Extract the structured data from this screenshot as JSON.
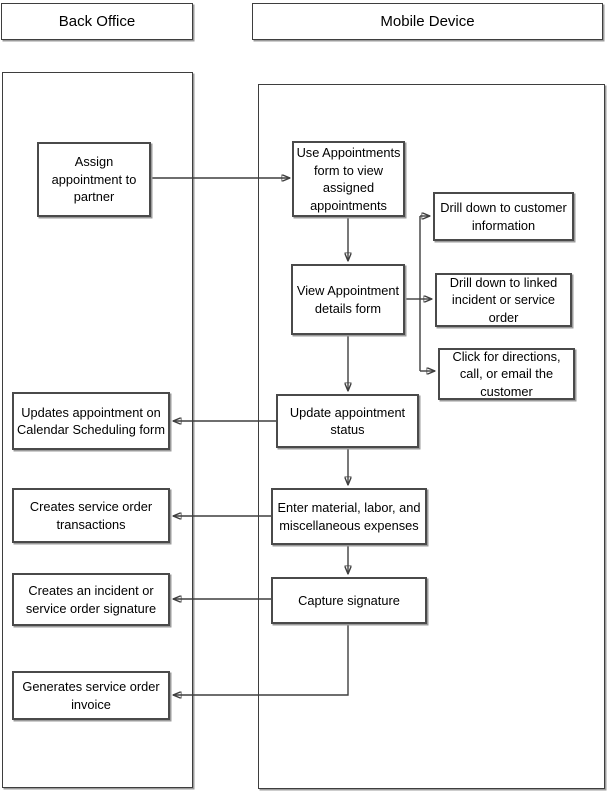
{
  "diagram": {
    "lanes": {
      "back_office": {
        "title": "Back Office"
      },
      "mobile_device": {
        "title": "Mobile Device"
      }
    },
    "nodes": {
      "assign_appointment": {
        "label": [
          "Assign",
          "appointment to",
          "partner"
        ]
      },
      "use_appointments": {
        "label": [
          "Use Appointments",
          "form to view",
          "assigned",
          "appointments"
        ]
      },
      "view_appointment": {
        "label": [
          "View Appointment",
          "details form"
        ]
      },
      "drill_customer": {
        "label": [
          "Drill down to customer",
          "information"
        ]
      },
      "drill_linked": {
        "label": [
          "Drill down to linked",
          "incident or service",
          "order"
        ]
      },
      "click_directions": {
        "label": [
          "Click for directions,",
          "call, or email the",
          "customer"
        ]
      },
      "update_status": {
        "label": [
          "Update appointment",
          "status"
        ]
      },
      "updates_calendar": {
        "label": [
          "Updates appointment on",
          "Calendar Scheduling form"
        ]
      },
      "enter_expenses": {
        "label": [
          "Enter material, labor, and",
          "miscellaneous expenses"
        ]
      },
      "creates_transactions": {
        "label": [
          "Creates service order",
          "transactions"
        ]
      },
      "capture_signature": {
        "label": [
          "Capture signature"
        ]
      },
      "creates_signature": {
        "label": [
          "Creates an incident or",
          "service order signature"
        ]
      },
      "generates_invoice": {
        "label": [
          "Generates service order",
          "invoice"
        ]
      }
    },
    "colors": {
      "line": "#3f3f3f",
      "box_border": "#4a4a4a",
      "shadow": "#9b9b9b",
      "background": "#ffffff",
      "text": "#000000"
    }
  }
}
